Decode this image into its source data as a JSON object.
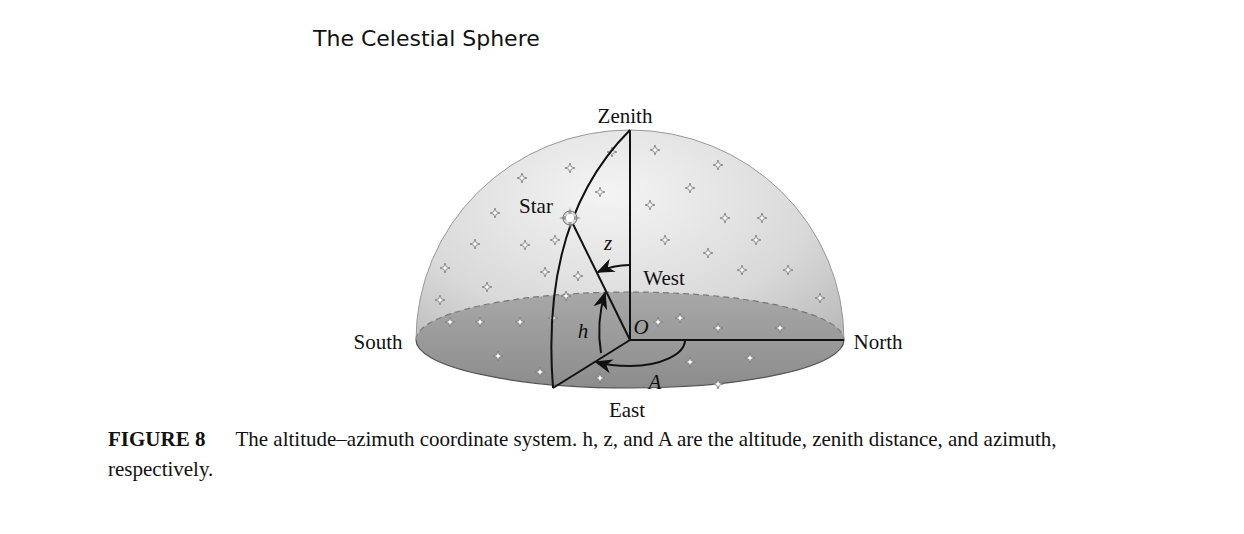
{
  "diagram": {
    "title": "The Celestial Sphere",
    "caption": "The altitude–azimuth coordinate system. h, z, and A are the altitude, zenith distance, and azimuth, respectively.",
    "labels": [
      "Zenith",
      "Star",
      "z",
      "West",
      "h",
      "O",
      "South",
      "North",
      "A",
      "East",
      "FIGURE 8"
    ]
  }
}
